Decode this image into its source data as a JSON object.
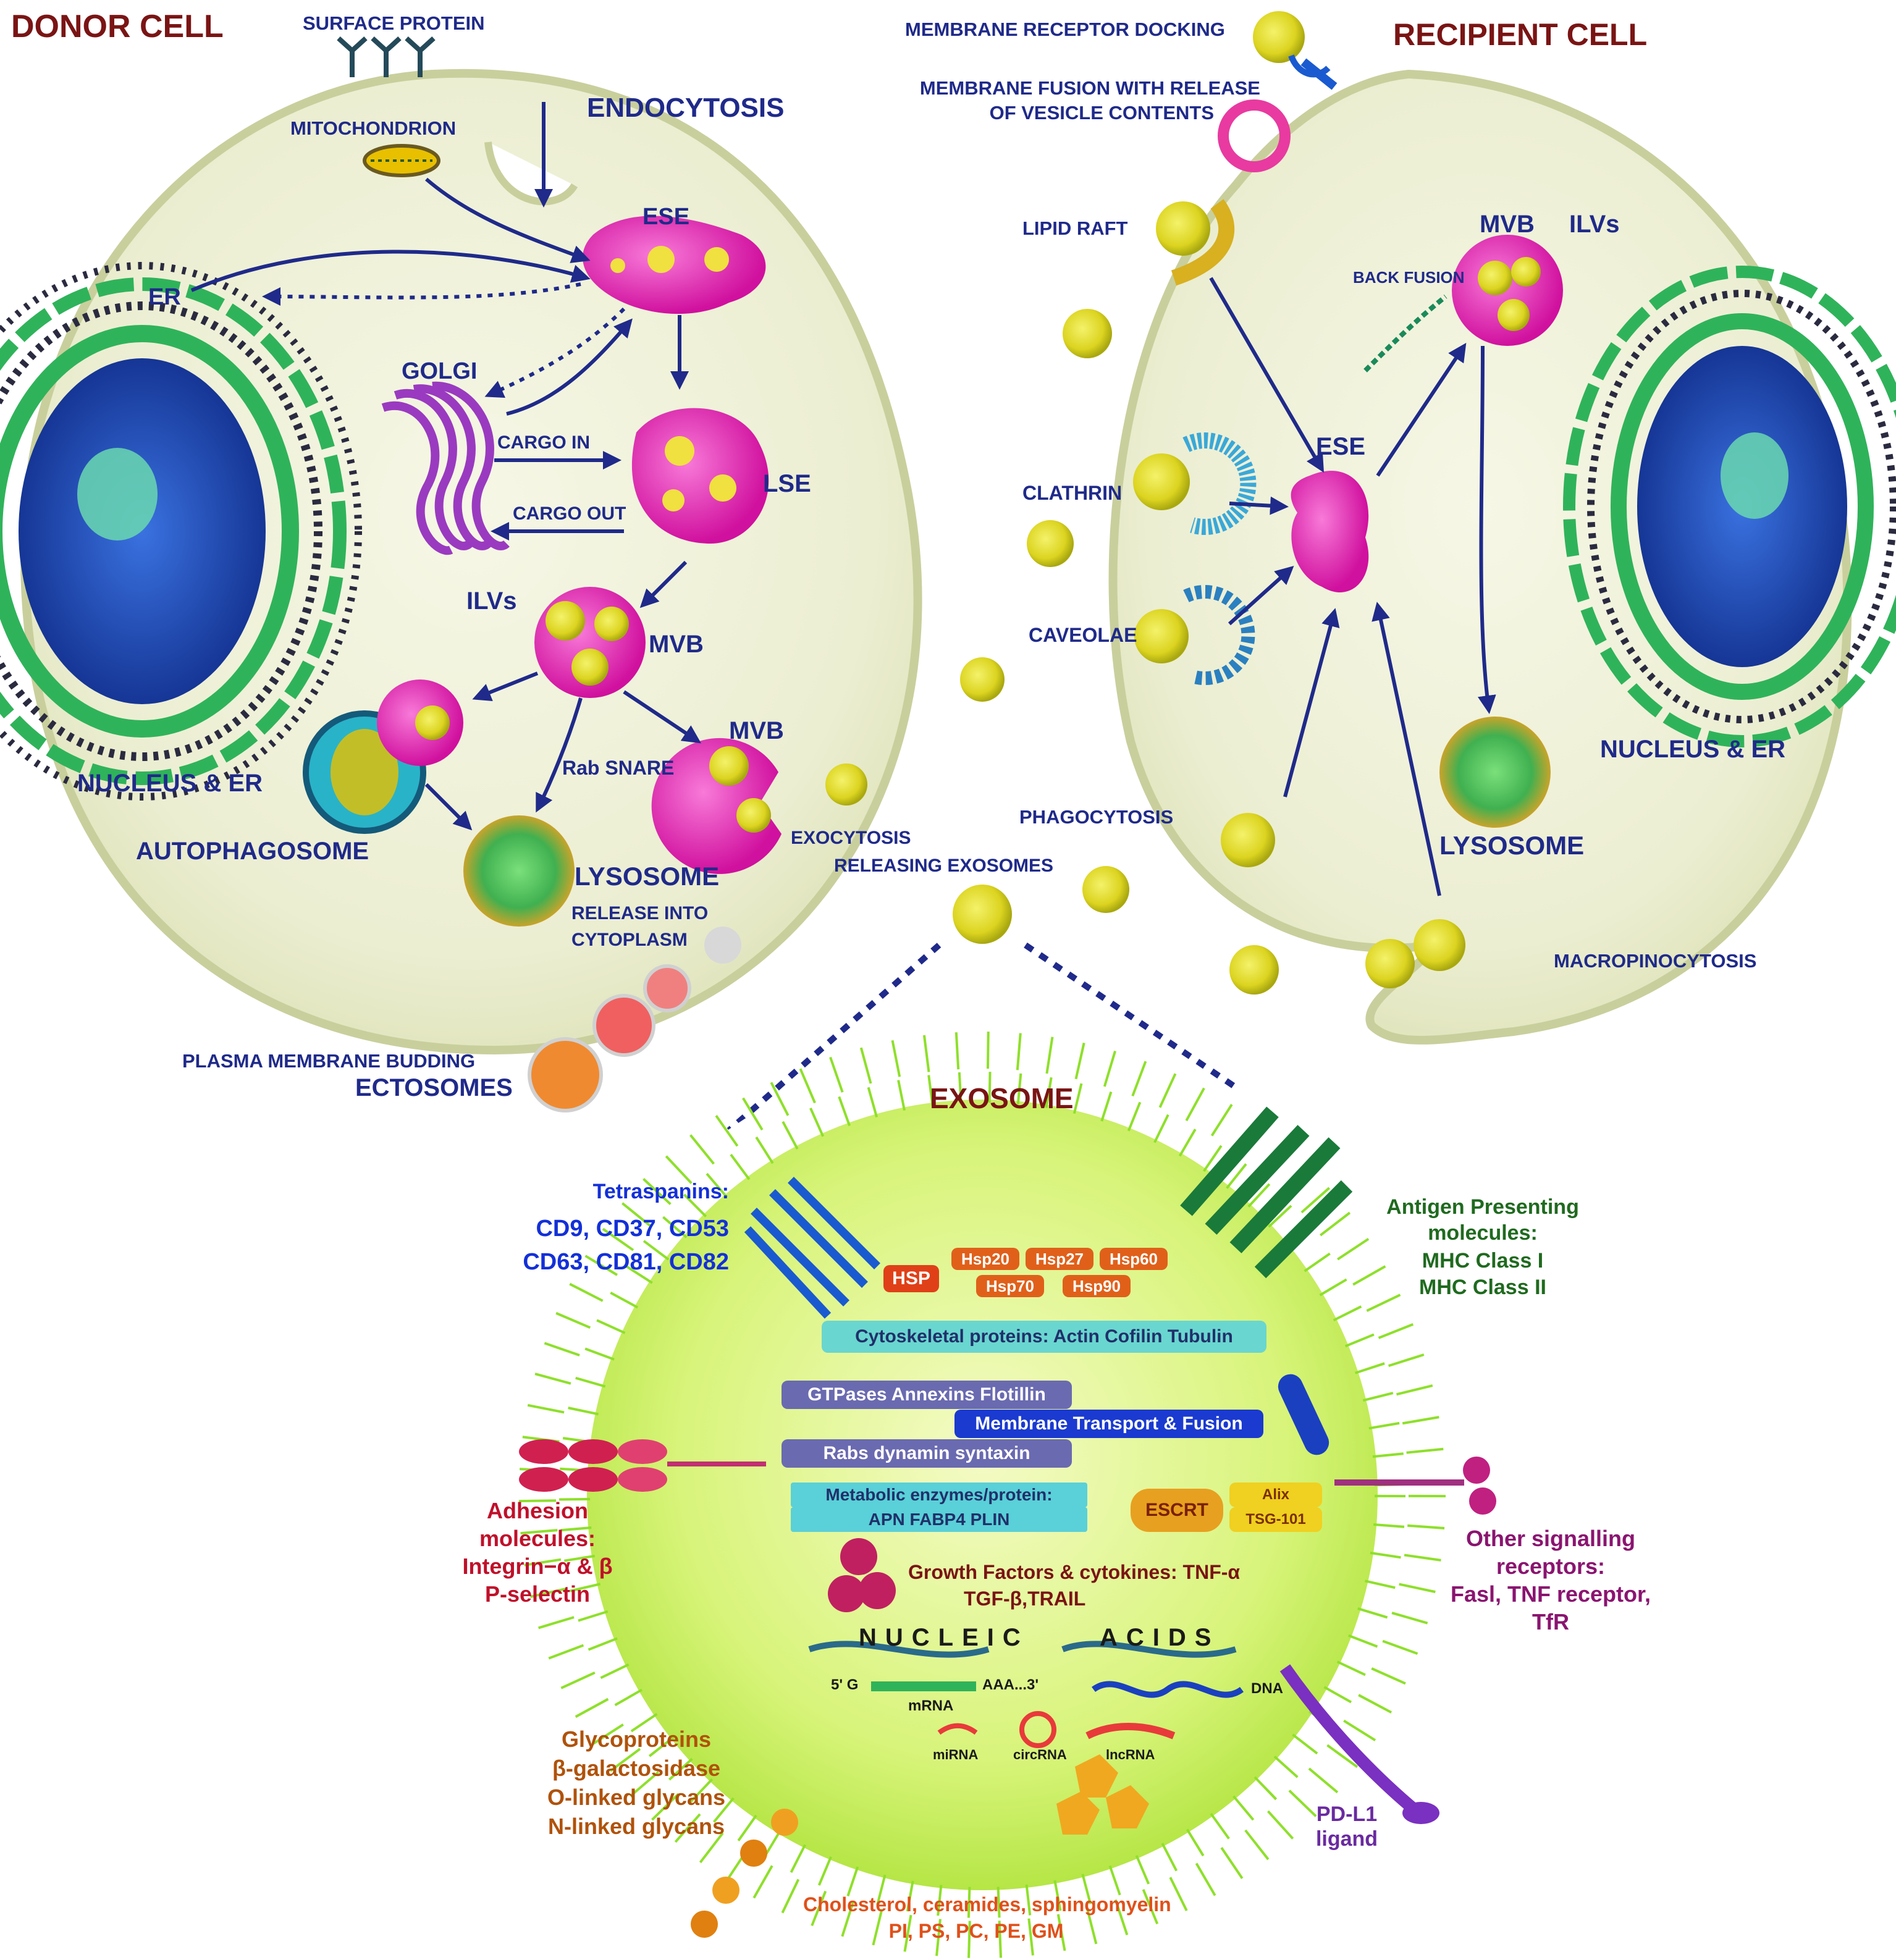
{
  "donor": {
    "title": "DONOR CELL",
    "surface_protein": "SURFACE PROTEIN",
    "mitochondrion": "MITOCHONDRION",
    "endocytosis": "ENDOCYTOSIS",
    "ese": "ESE",
    "er": "ER",
    "golgi": "GOLGI",
    "cargo_in": "CARGO  IN",
    "cargo_out": "CARGO OUT",
    "lse": "LSE",
    "ilvs": "ILVs",
    "mvb": "MVB",
    "mvb2": "MVB",
    "nucleus_er": "NUCLEUS & ER",
    "autophagosome": "AUTOPHAGOSOME",
    "rab_snare": "Rab SNARE",
    "lysosome": "LYSOSOME",
    "release_line1": "RELEASE INTO",
    "release_line2": "CYTOPLASM",
    "exocytosis": "EXOCYTOSIS",
    "releasing": "RELEASING EXOSOMES",
    "pm_budding": "PLASMA MEMBRANE BUDDING",
    "ectosomes": "ECTOSOMES"
  },
  "recipient": {
    "title": "RECIPIENT CELL",
    "docking": "MEMBRANE RECEPTOR DOCKING",
    "fusion_line1": "MEMBRANE FUSION WITH RELEASE",
    "fusion_line2": "OF VESICLE CONTENTS",
    "lipid_raft": "LIPID RAFT",
    "back_fusion": "BACK FUSION",
    "mvb": "MVB",
    "ilvs": "ILVs",
    "ese": "ESE",
    "clathrin": "CLATHRIN",
    "caveolae": "CAVEOLAE",
    "phagocytosis": "PHAGOCYTOSIS",
    "lysosome": "LYSOSOME",
    "nucleus_er": "NUCLEUS & ER",
    "macropinocytosis": "MACROPINOCYTOSIS"
  },
  "exosome": {
    "title": "EXOSOME",
    "tetraspanins": [
      "Tetraspanins:",
      "CD9, CD37, CD53",
      "CD63, CD81, CD82"
    ],
    "antigen": [
      "Antigen Presenting",
      "molecules:",
      "MHC Class I",
      "MHC Class II"
    ],
    "hsp": "HSP",
    "hsps": [
      "Hsp20",
      "Hsp27",
      "Hsp60",
      "Hsp70",
      "Hsp90"
    ],
    "cytoskeletal": "Cytoskeletal proteins: Actin Cofilin Tubulin",
    "gtpases": "GTPases  Annexins  Flotillin",
    "membrane_transport": "Membrane Transport & Fusion",
    "rabs": "Rabs   dynamin   syntaxin",
    "adhesion": [
      "Adhesion",
      "molecules:",
      "Integrin−α & β",
      "P-selectin"
    ],
    "metabolic": [
      "Metabolic enzymes/protein:",
      "APN        FABP4        PLIN"
    ],
    "escrt": "ESCRT",
    "alix": [
      "Alix",
      "TSG-101"
    ],
    "other_signalling": [
      "Other signalling",
      "receptors:",
      "Fasl, TNF receptor,",
      "TfR"
    ],
    "growth": [
      "Growth Factors & cytokines: TNF-α",
      "TGF-β,TRAIL"
    ],
    "nucleic": "NUCLEIC",
    "acids": "ACIDS",
    "mrna_5": "5' G",
    "mrna_3": "AAA...3'",
    "mrna": "mRNA",
    "dna": "DNA",
    "mirna": "miRNA",
    "circrna": "circRNA",
    "lncrna": "lncRNA",
    "glyco": [
      "Glycoproteins",
      "β-galactosidase",
      "O-linked glycans",
      "N-linked glycans"
    ],
    "pdl1": [
      "PD-L1",
      "ligand"
    ],
    "lipids": [
      "Cholesterol, ceramides, sphingomyelin",
      "PI, PS, PC, PE, GM"
    ]
  },
  "colors": {
    "cell_fill": "#eef0d6",
    "cell_stroke": "#c9cf9c",
    "vesicle_magenta": "#e020b0",
    "vesicle_yellow": "#e6e030",
    "nucleus_blue": "#1a3fb0",
    "er_green": "#2fb35a",
    "arrow_navy": "#1f2a8a",
    "exosome_lime": "#c8f05a",
    "lipid_head": "#8ee02a"
  }
}
